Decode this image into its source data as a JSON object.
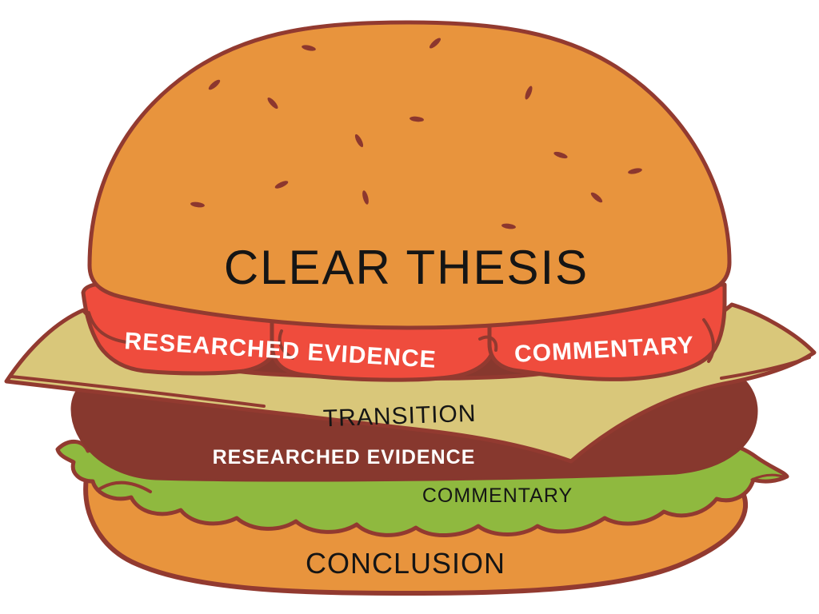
{
  "diagram": {
    "kind": "essay-structure-hamburger",
    "layers": [
      {
        "ingredient": "top-bun",
        "label": "CLEAR THESIS"
      },
      {
        "ingredient": "tomato-left",
        "label": "RESEARCHED EVIDENCE"
      },
      {
        "ingredient": "tomato-right",
        "label": "COMMENTARY"
      },
      {
        "ingredient": "cheese",
        "label": "TRANSITION"
      },
      {
        "ingredient": "patty",
        "label": "RESEARCHED EVIDENCE"
      },
      {
        "ingredient": "lettuce",
        "label": "COMMENTARY"
      },
      {
        "ingredient": "bottom-bun",
        "label": "CONCLUSION"
      }
    ]
  },
  "colors": {
    "background": "#FFFFFF",
    "outline": "#923A30",
    "bun": "#E8943D",
    "sesame_seed": "#8C372E",
    "tomato": "#EF4C3D",
    "cheese": "#D9C77A",
    "patty": "#87382E",
    "lettuce": "#8FB93F",
    "text_dark": "#151515",
    "text_light": "#FFFFFF"
  }
}
